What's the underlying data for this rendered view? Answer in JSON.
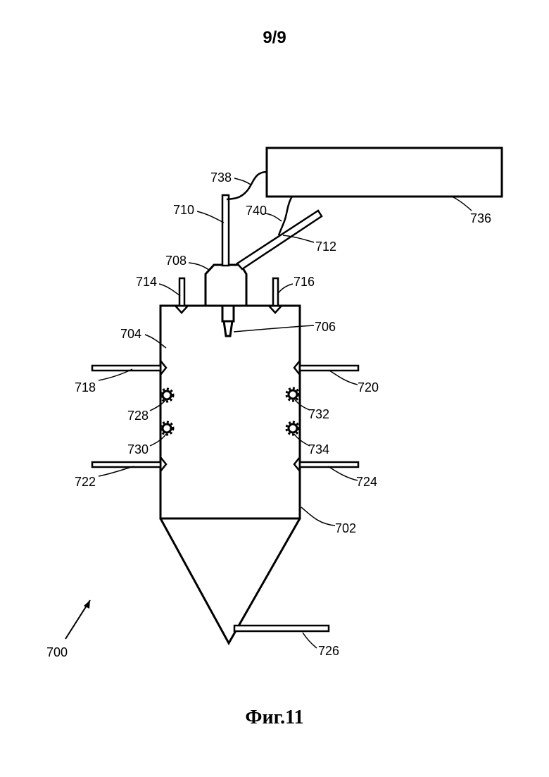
{
  "page": {
    "number": "9/9"
  },
  "figure": {
    "caption": "Фиг.11"
  },
  "labels": {
    "l700": "700",
    "l702": "702",
    "l704": "704",
    "l706": "706",
    "l708": "708",
    "l710": "710",
    "l712": "712",
    "l714": "714",
    "l716": "716",
    "l718": "718",
    "l720": "720",
    "l722": "722",
    "l724": "724",
    "l726": "726",
    "l728": "728",
    "l730": "730",
    "l732": "732",
    "l734": "734",
    "l736": "736",
    "l738": "738",
    "l740": "740"
  }
}
